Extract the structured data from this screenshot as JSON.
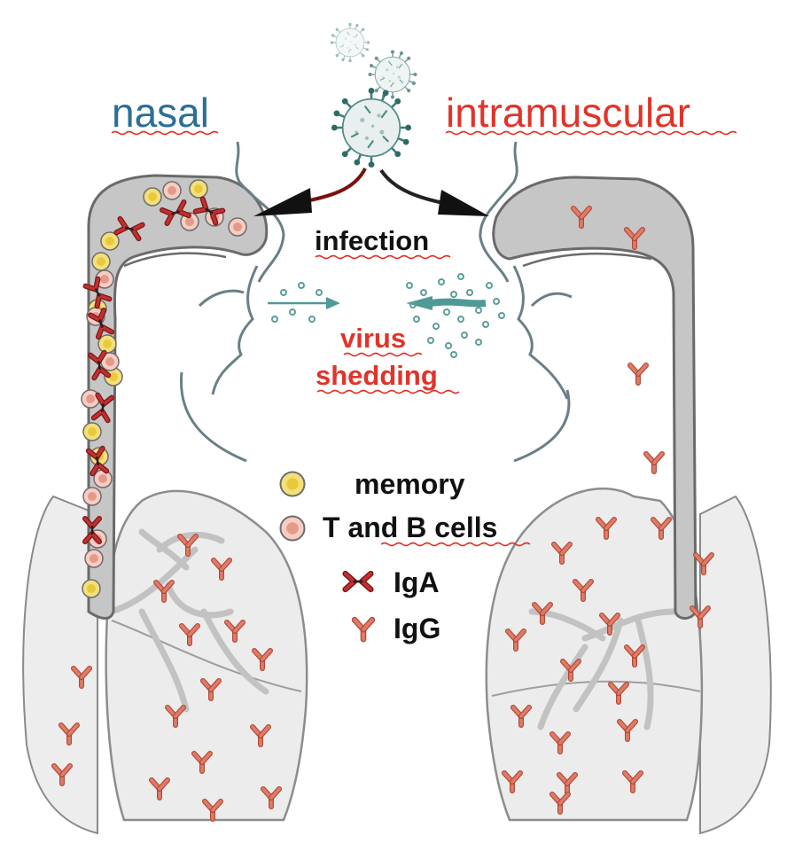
{
  "labels": {
    "nasal": "nasal",
    "intramuscular": "intramuscular",
    "infection": "infection",
    "virus": "virus",
    "shedding": "shedding"
  },
  "legend": {
    "memory": "memory",
    "t_b_cells": "T and B cells",
    "iga": "IgA",
    "igg": "IgG"
  },
  "colors": {
    "nasal_title": "#2b6f96",
    "intramuscular_title": "#e0342a",
    "airway_fill": "#c6c6c6",
    "lung_fill": "#ececec",
    "memory_cell": "#f3e07a",
    "tb_cell": "#f2b9ad",
    "iga": "#b22a2a",
    "igg": "#d96a55",
    "virus": "#8fb8b3"
  },
  "icons": [
    "virus-icon",
    "memory-cell-icon",
    "tb-cell-icon",
    "iga-antibody-icon",
    "igg-antibody-icon",
    "infection-arrow-icon",
    "shedding-arrow-icon"
  ]
}
